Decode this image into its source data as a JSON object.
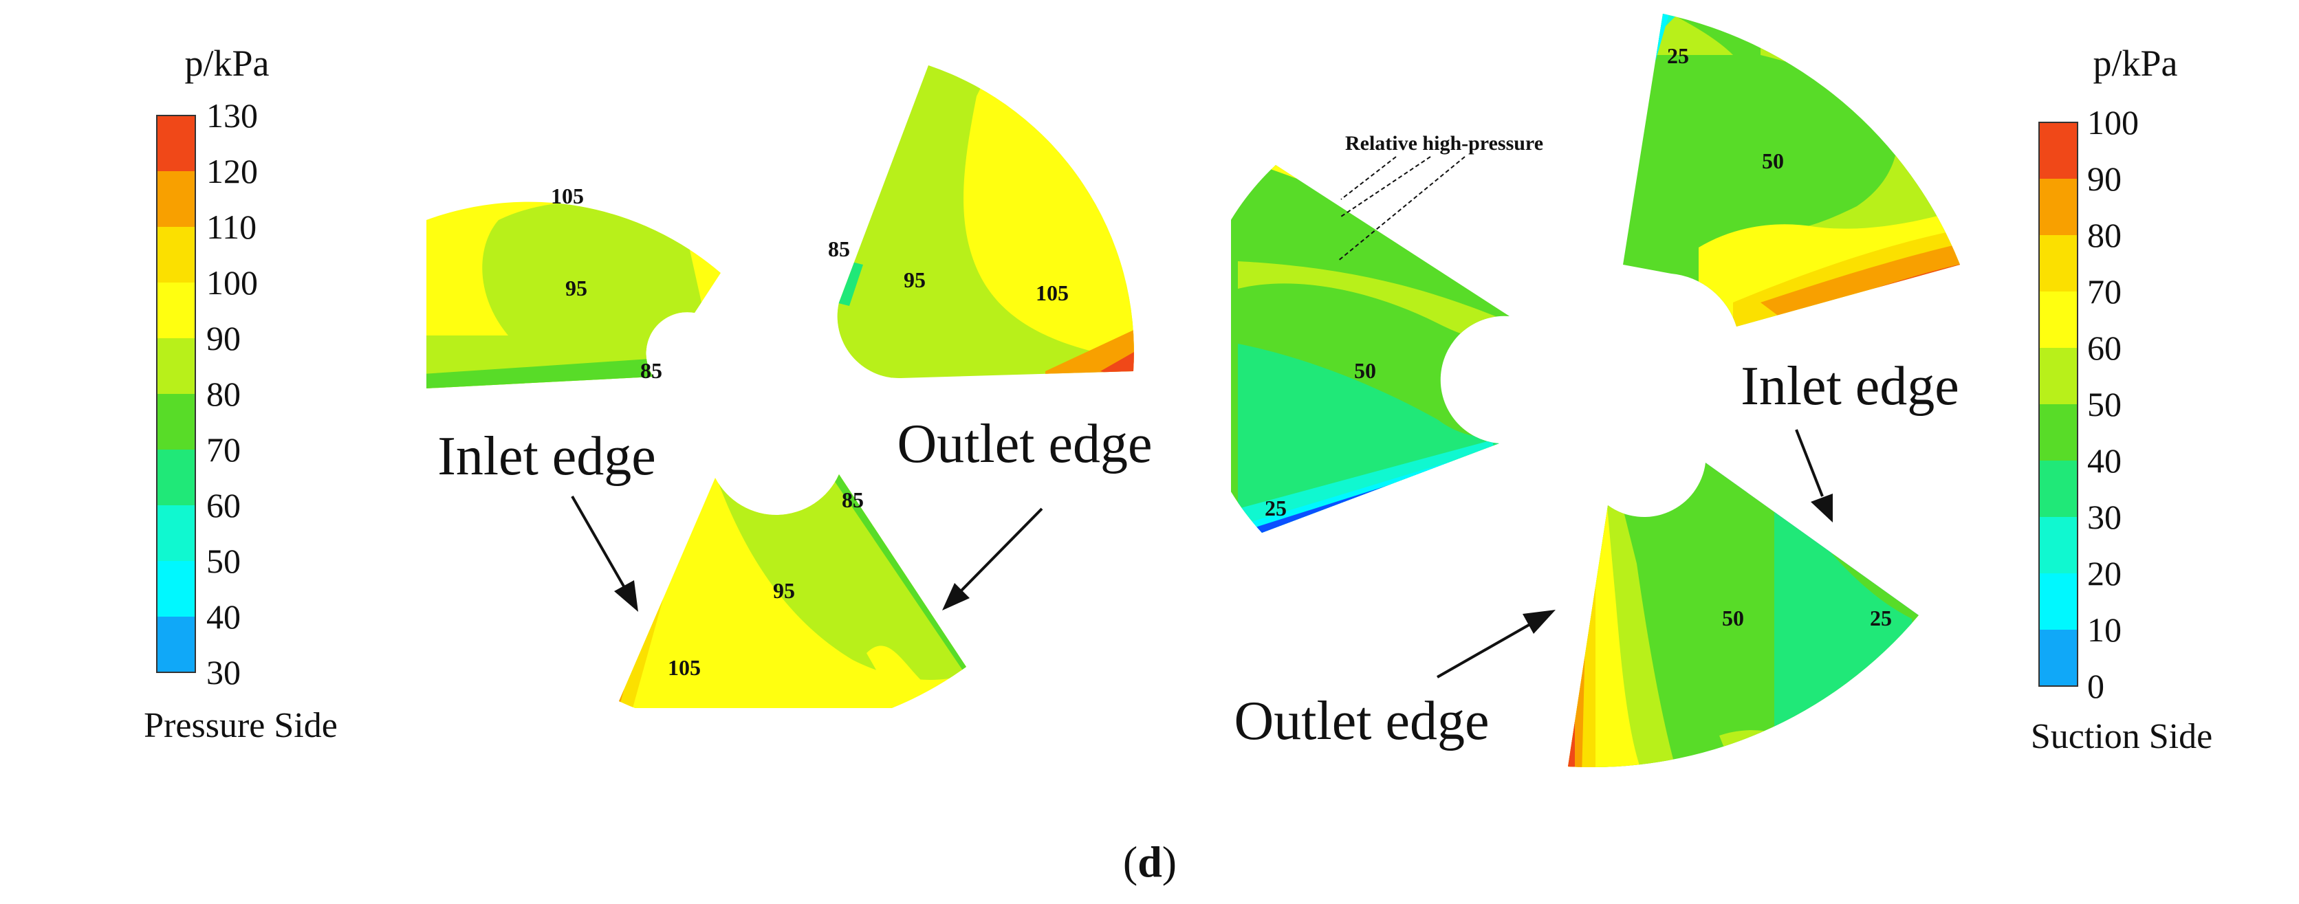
{
  "pressure_side": {
    "colorbar_title": "p/kPa",
    "caption": "Pressure Side",
    "ticks": [
      "130",
      "120",
      "110",
      "100",
      "90",
      "80",
      "70",
      "60",
      "50",
      "40",
      "30"
    ],
    "colors": [
      "#f04818",
      "#f8a000",
      "#fbe000",
      "#ffff10",
      "#b8f01a",
      "#58dc28",
      "#20e878",
      "#10f8d0",
      "#00f8ff",
      "#10a8f8",
      "#0a50ff"
    ]
  },
  "suction_side": {
    "colorbar_title": "p/kPa",
    "caption": "Suction Side",
    "ticks": [
      "100",
      "90",
      "80",
      "70",
      "60",
      "50",
      "40",
      "30",
      "20",
      "10",
      "0"
    ],
    "colors": [
      "#f04818",
      "#f8a000",
      "#fbe000",
      "#ffff10",
      "#b8f01a",
      "#58dc28",
      "#20e878",
      "#10f8d0",
      "#00f8ff",
      "#10a8f8",
      "#0a50ff"
    ]
  },
  "contour_labels": {
    "ps_left_105": "105",
    "ps_left_95": "95",
    "ps_left_85": "85",
    "ps_right_85": "85",
    "ps_right_95": "95",
    "ps_right_105": "105",
    "ps_bottom_85": "85",
    "ps_bottom_95": "95",
    "ps_bottom_105": "105",
    "ss_left_50": "50",
    "ss_left_25": "25",
    "ss_top_25": "25",
    "ss_top_50": "50",
    "ss_bottom_50": "50",
    "ss_bottom_25": "25"
  },
  "edge_labels": {
    "ps_inlet": "Inlet edge",
    "ps_outlet": "Outlet edge",
    "ss_inlet": "Inlet edge",
    "ss_outlet": "Outlet edge"
  },
  "annotation": "Relative high-pressure",
  "panel": {
    "open": "(",
    "letter": "d",
    "close": ")"
  }
}
